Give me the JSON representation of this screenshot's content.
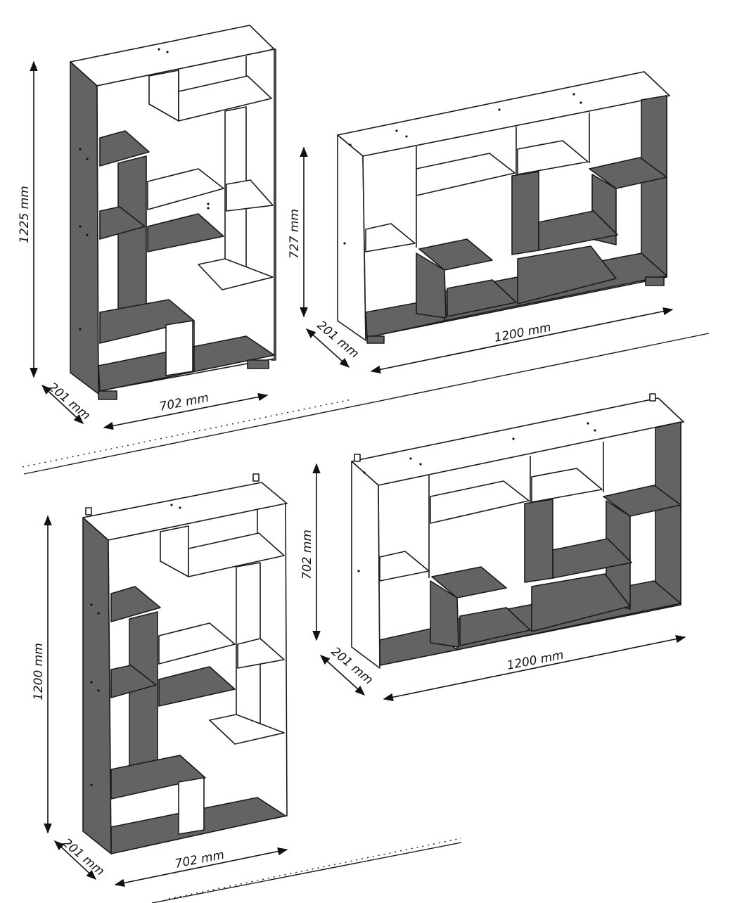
{
  "colors": {
    "panel_dark": "#636363",
    "panel_light": "#ffffff",
    "line": "#1a1a1a"
  },
  "figures": [
    {
      "id": "tall-floor",
      "mount": "floor",
      "height_label": "1225 mm",
      "width_label": "702 mm",
      "depth_label": "201 mm"
    },
    {
      "id": "wide-floor",
      "mount": "floor",
      "height_label": "727 mm",
      "width_label": "1200 mm",
      "depth_label": "201 mm"
    },
    {
      "id": "tall-wall",
      "mount": "wall",
      "height_label": "1200 mm",
      "width_label": "702 mm",
      "depth_label": "201 mm"
    },
    {
      "id": "wide-wall",
      "mount": "wall",
      "height_label": "702 mm",
      "width_label": "1200 mm",
      "depth_label": "201 mm"
    }
  ]
}
